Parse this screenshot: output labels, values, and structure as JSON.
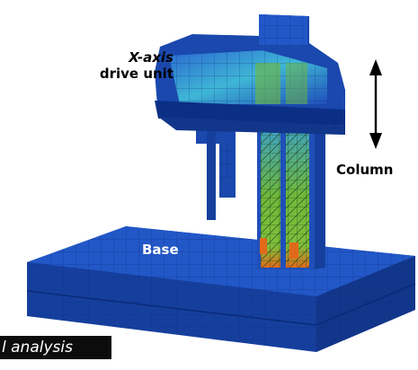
{
  "labels": {
    "x_axis_line1": "X-axis",
    "x_axis_line2": "drive unit",
    "column": "Column",
    "base": "Base"
  },
  "caption": "l analysis",
  "colors": {
    "mesh_blue": "#1f4fb8",
    "mesh_dark": "#0c2f86",
    "stress_green": "#6fb83a",
    "stress_orange": "#e06a1a",
    "stress_cyan": "#3fb6d6"
  }
}
